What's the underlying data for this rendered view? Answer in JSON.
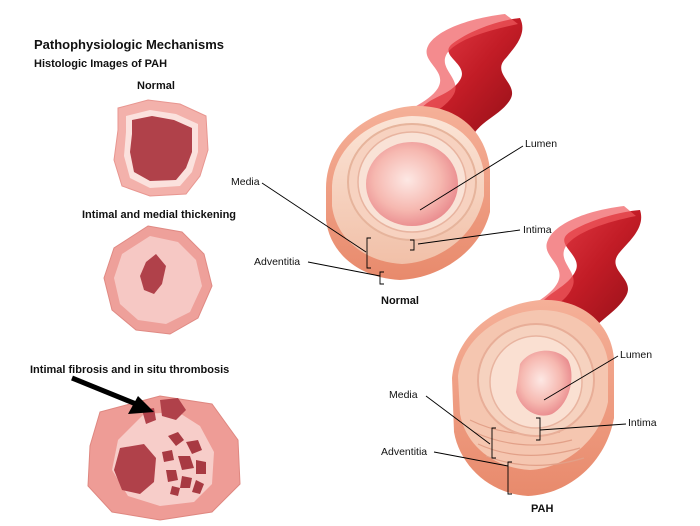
{
  "header": {
    "title": "Pathophysiologic Mechanisms",
    "subtitle": "Histologic Images of PAH"
  },
  "histology": {
    "normal": "Normal",
    "thickening": "Intimal and medial thickening",
    "fibrosis": "Intimal fibrosis and in situ thrombosis"
  },
  "vessel_normal": {
    "caption": "Normal",
    "lumen": "Lumen",
    "intima": "Intima",
    "media": "Media",
    "adventitia": "Adventitia"
  },
  "vessel_pah": {
    "caption": "PAH",
    "lumen": "Lumen",
    "intima": "Intima",
    "media": "Media",
    "adventitia": "Adventitia"
  },
  "colors": {
    "vessel_red": "#c8202a",
    "tissue_pink": "#f0a8a4",
    "dark_lumen": "#b5464a",
    "wall_cream": "#f7d6c4"
  }
}
